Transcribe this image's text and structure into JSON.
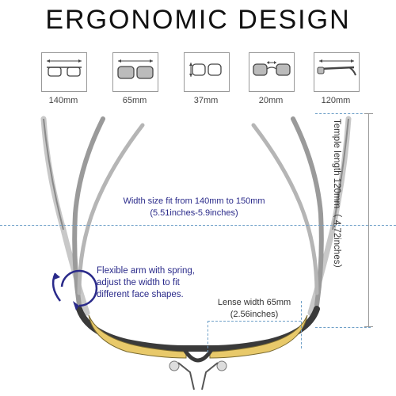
{
  "title": "ERGONOMIC  DESIGN",
  "measurements": [
    {
      "label": "140mm",
      "icon": "frame-width-icon"
    },
    {
      "label": "65mm",
      "icon": "lens-width-icon"
    },
    {
      "label": "37mm",
      "icon": "lens-height-icon"
    },
    {
      "label": "20mm",
      "icon": "bridge-width-icon"
    },
    {
      "label": "120mm",
      "icon": "temple-length-icon"
    }
  ],
  "width_note": {
    "line1": "Width size fit from 140mm to 150mm",
    "line2": "(5.51inches-5.9inches)"
  },
  "arm_note": {
    "line1": "Flexible arm with spring,",
    "line2": "adjust the width to fit",
    "line3": "different face shapes."
  },
  "lense_note": {
    "line1": "Lense width 65mm",
    "line2": "(2.56inches)"
  },
  "temple_note": "Temple length 120mm（ 4.72inches）",
  "colors": {
    "accent": "#2a2a8a",
    "dash": "#6fa0c8",
    "lens": "#e8c96a",
    "frame": "#3a3a3a"
  }
}
